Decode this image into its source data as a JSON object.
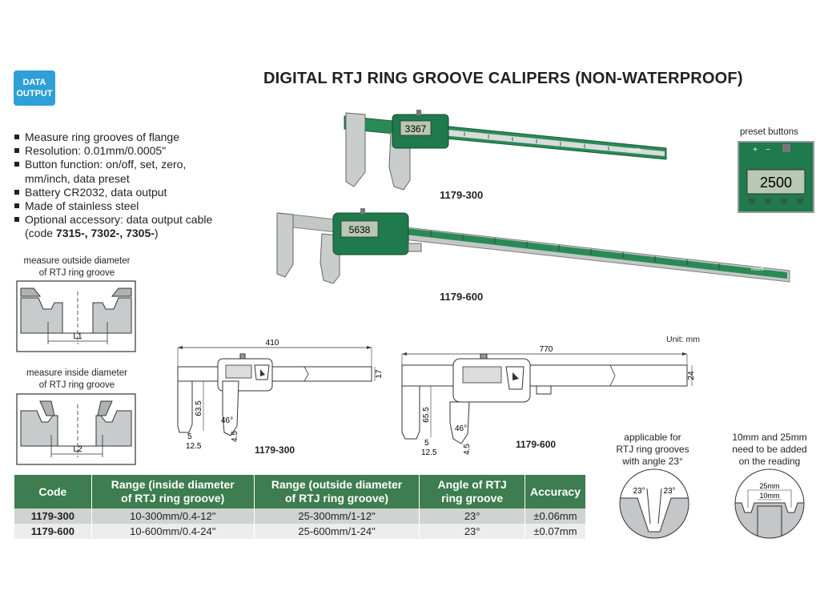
{
  "badge": {
    "line1": "DATA",
    "line2": "OUTPUT"
  },
  "title": "DIGITAL RTJ RING GROOVE CALIPERS (NON-WATERPROOF)",
  "features": [
    "Measure ring grooves of flange",
    "Resolution: 0.01mm/0.0005\"",
    "Button function: on/off, set, zero,",
    "mm/inch, data preset",
    "Battery CR2032, data output",
    "Made of stainless steel",
    "Optional accessory: data output cable"
  ],
  "features_code_line": {
    "prefix": "(code ",
    "codes": "7315-, 7302-, 7305-",
    "suffix": ")"
  },
  "outside_diagram": {
    "caption_line1": "measure outside diameter",
    "caption_line2": "of RTJ ring groove",
    "label": "L1"
  },
  "inside_diagram": {
    "caption_line1": "measure inside diameter",
    "caption_line2": "of RTJ ring groove",
    "label": "L2"
  },
  "photos": {
    "caliper_300": {
      "model": "1179-300",
      "display": "3367"
    },
    "caliper_600": {
      "model": "1179-600",
      "display": "5638"
    },
    "preset": {
      "caption": "preset buttons",
      "display": "2500",
      "plus": "+",
      "minus": "−"
    },
    "brand": "INSIZE"
  },
  "drawings": {
    "unit": "Unit: mm",
    "d300": {
      "model": "1179-300",
      "length": "410",
      "height": "17",
      "jaw": "63.5",
      "angle": "46°",
      "w1": "5",
      "w2": "12.5",
      "w3": "4.5"
    },
    "d600": {
      "model": "1179-600",
      "length": "770",
      "height": "24",
      "jaw": "65.5",
      "angle": "46°",
      "w1": "5",
      "w2": "12.5",
      "w3": "4.5"
    }
  },
  "groove_angle": {
    "caption_line1": "applicable for",
    "caption_line2": "RTJ ring  grooves",
    "caption_line3": "with angle 23°",
    "angle1": "23°",
    "angle2": "23°"
  },
  "groove_reading": {
    "caption_line1": "10mm and 25mm",
    "caption_line2": "need to be added",
    "caption_line3": "on the reading",
    "outer": "25mm",
    "inner": "10mm"
  },
  "table": {
    "headers": [
      {
        "l1": "Code",
        "l2": ""
      },
      {
        "l1": "Range (inside diameter",
        "l2": "of RTJ ring groove)"
      },
      {
        "l1": "Range (outside diameter",
        "l2": "of RTJ ring groove)"
      },
      {
        "l1": "Angle of RTJ",
        "l2": "ring groove"
      },
      {
        "l1": "Accuracy",
        "l2": ""
      }
    ],
    "rows": [
      {
        "code": "1179-300",
        "inside": "10-300mm/0.4-12\"",
        "outside": "25-300mm/1-12\"",
        "angle": "23°",
        "accuracy": "±0.06mm"
      },
      {
        "code": "1179-600",
        "inside": "10-600mm/0.4-24\"",
        "outside": "25-600mm/1-24\"",
        "angle": "23°",
        "accuracy": "±0.07mm"
      }
    ]
  },
  "colors": {
    "accent_green": "#3d7d4f",
    "badge_blue": "#2f9fd8",
    "caliper_green": "#1f7a4d",
    "lcd": "#b9c8b2"
  }
}
